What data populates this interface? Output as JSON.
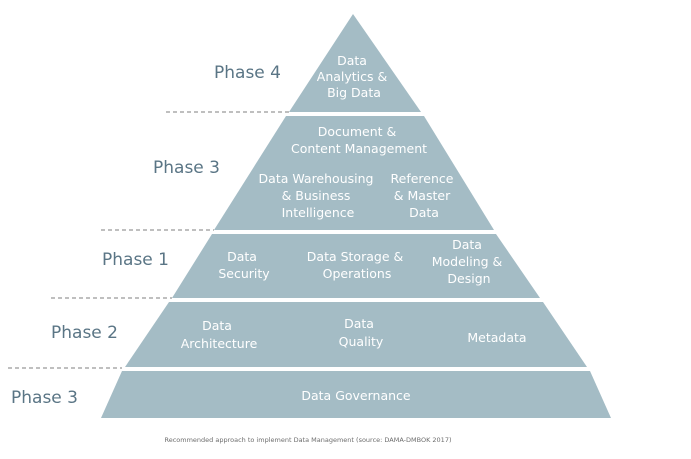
{
  "phases": [
    {
      "label": "Phase 4"
    },
    {
      "label": "Phase 3"
    },
    {
      "label": "Phase 1"
    },
    {
      "label": "Phase 2"
    },
    {
      "label": "Phase 3"
    }
  ],
  "tiers": {
    "top": {
      "analytics": [
        "Data",
        "Analytics &",
        "Big Data"
      ]
    },
    "second": {
      "document": [
        "Document &",
        "Content Management"
      ],
      "warehousing": [
        "Data Warehousing",
        "& Business",
        "Intelligence"
      ],
      "reference": [
        "Reference",
        "& Master",
        "Data"
      ]
    },
    "third": {
      "security": [
        "Data",
        "Security"
      ],
      "storage": [
        "Data Storage &",
        "Operations"
      ],
      "modeling": [
        "Data",
        "Modeling &",
        "Design"
      ]
    },
    "fourth": {
      "architecture": [
        "Data",
        "Architecture"
      ],
      "quality": [
        "Data",
        "Quality"
      ],
      "metadata": [
        "Metadata"
      ]
    },
    "base": {
      "governance": [
        "Data Governance"
      ]
    }
  },
  "caption": "Recommended approach to implement Data Management (source: DAMA-DMBOK 2017)",
  "colors": {
    "pyramid": "#a4bcc5",
    "phase_text": "#5a7585",
    "divider": "#999999"
  }
}
